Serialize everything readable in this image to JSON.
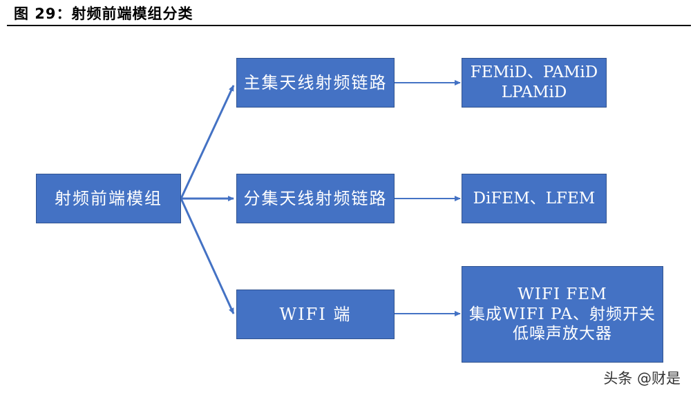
{
  "figure": {
    "title": "图 29：射频前端模组分类"
  },
  "diagram": {
    "root": "射频前端模组",
    "branches": [
      {
        "label": "主集天线射频链路",
        "result_lines": [
          "FEMiD、PAMiD",
          "LPAMiD"
        ]
      },
      {
        "label": "分集天线射频链路",
        "result_lines": [
          "DiFEM、LFEM"
        ]
      },
      {
        "label": "WIFI 端",
        "result_lines": [
          "WIFI FEM",
          "集成WIFI PA、射频开关",
          "低噪声放大器"
        ]
      }
    ]
  },
  "colors": {
    "node_fill": "#4472c4",
    "node_border": "#2f528f",
    "arrow": "#4472c4",
    "text": "#ffffff"
  },
  "watermark": "头条 @财是"
}
